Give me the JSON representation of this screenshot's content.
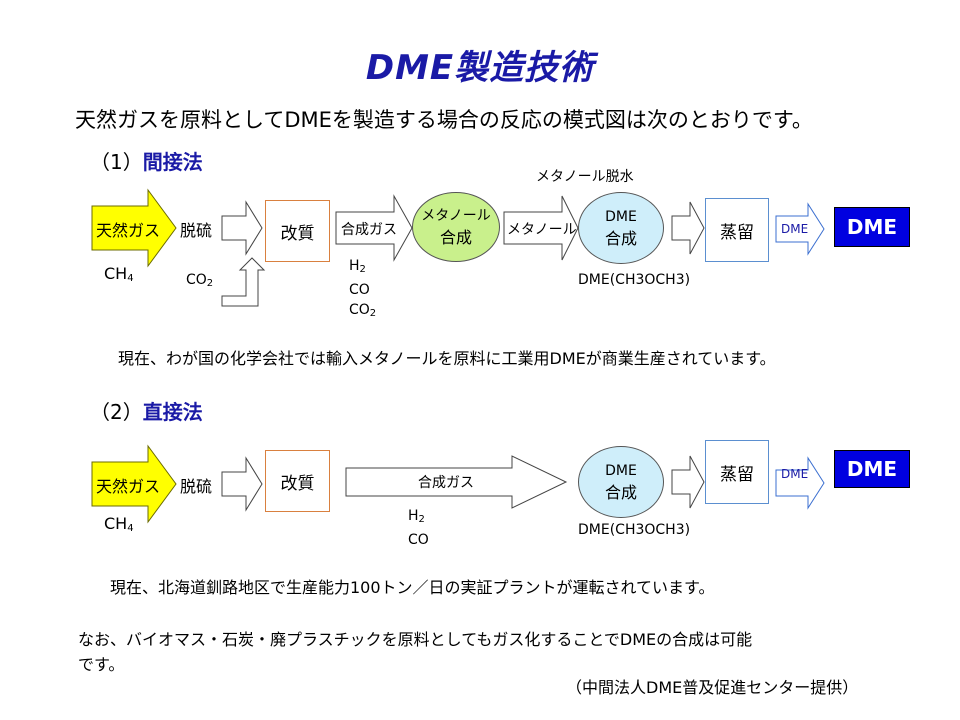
{
  "title": "DME製造技術",
  "intro": "天然ガスを原料としてDMEを製造する場合の反応の模式図は次のとおりです。",
  "section1": {
    "num": "（1）",
    "name": "間接法",
    "feed": "天然ガス",
    "desulfurization": "脱硫",
    "ch4": "CH",
    "ch4_sub": "4",
    "co2": "CO",
    "co2_sub": "2",
    "reforming": "改質",
    "syngas": "合成ガス",
    "h2": "H",
    "h2_sub": "2",
    "co": "CO",
    "co2b": "CO",
    "co2b_sub": "2",
    "methanol_synth_1": "メタノール",
    "methanol_synth_2": "合成",
    "methanol": "メタノール",
    "methanol_dehydration": "メタノール脱水",
    "dme_synth_1": "DME",
    "dme_synth_2": "合成",
    "dme_formula": "DME(CH3OCH3)",
    "distillation": "蒸留",
    "dme_small": "DME",
    "dme_product": "DME",
    "note": "現在、わが国の化学会社では輸入メタノールを原料に工業用DMEが商業生産されています。"
  },
  "section2": {
    "num": "（2）",
    "name": "直接法",
    "feed": "天然ガス",
    "desulfurization": "脱硫",
    "ch4": "CH",
    "ch4_sub": "4",
    "reforming": "改質",
    "syngas": "合成ガス",
    "h2": "H",
    "h2_sub": "2",
    "co": "CO",
    "dme_synth_1": "DME",
    "dme_synth_2": "合成",
    "dme_formula": "DME(CH3OCH3)",
    "distillation": "蒸留",
    "dme_small": "DME",
    "dme_product": "DME",
    "note": "現在、北海道釧路地区で生産能力100トン／日の実証プラントが運転されています。"
  },
  "footer": {
    "note_line1": "なお、バイオマス・石炭・廃プラスチックを原料としてもガス化することでDMEの合成は可能",
    "note_line2": "です。",
    "credit": "（中間法人DME普及促進センター提供）"
  },
  "colors": {
    "title": "#1a1aa6",
    "feed_arrow": "#ffff00",
    "dme_box": "#0000e0",
    "methanol_ellipse": "#c9f08c",
    "dme_ellipse": "#cfeefa"
  }
}
